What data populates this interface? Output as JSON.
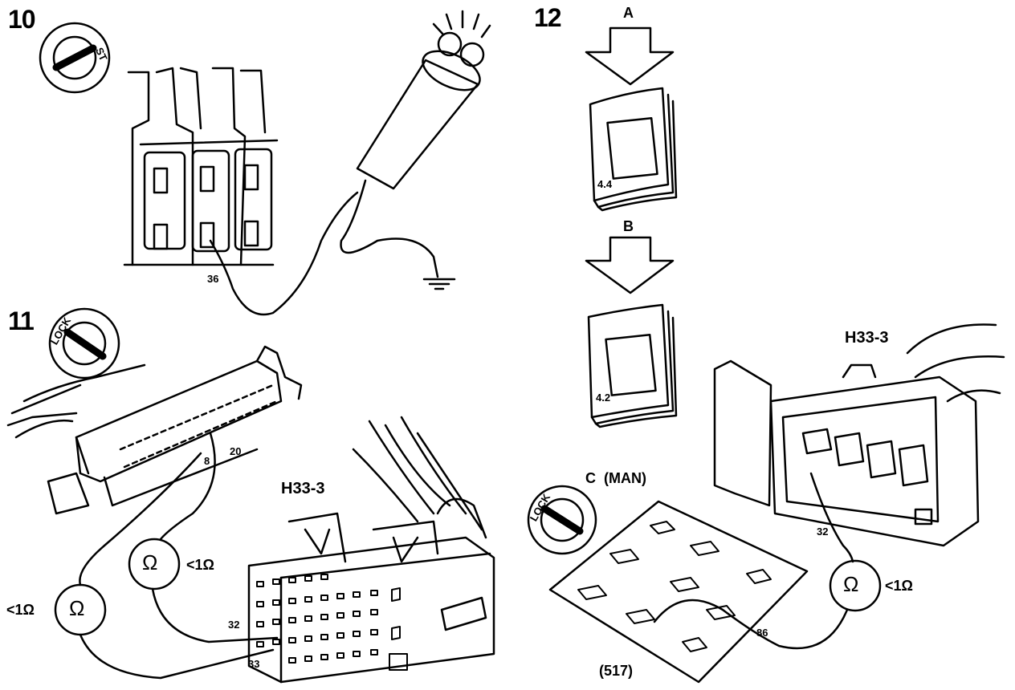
{
  "steps": {
    "s10": "10",
    "s11": "11",
    "s12": "12"
  },
  "step10": {
    "key_mark": "ST",
    "pin": "36"
  },
  "step11": {
    "key_mark": "LOCK",
    "pin_a": "20",
    "pin_b": "8",
    "connector": "H33-3",
    "ohm_symbol": "Ω",
    "reading_1": "<1Ω",
    "reading_2": "<1Ω",
    "pin_c": "32",
    "pin_d": "33"
  },
  "step12": {
    "arrow_a": "A",
    "arrow_b": "B",
    "book_a": "4.4",
    "book_b": "4.2",
    "variant_c": "C  (MAN)",
    "key_mark": "LOCK",
    "relay": "(517)",
    "relay_pin": "86",
    "connector": "H33-3",
    "connector_pin": "32",
    "ohm_symbol": "Ω",
    "reading": "<1Ω"
  }
}
